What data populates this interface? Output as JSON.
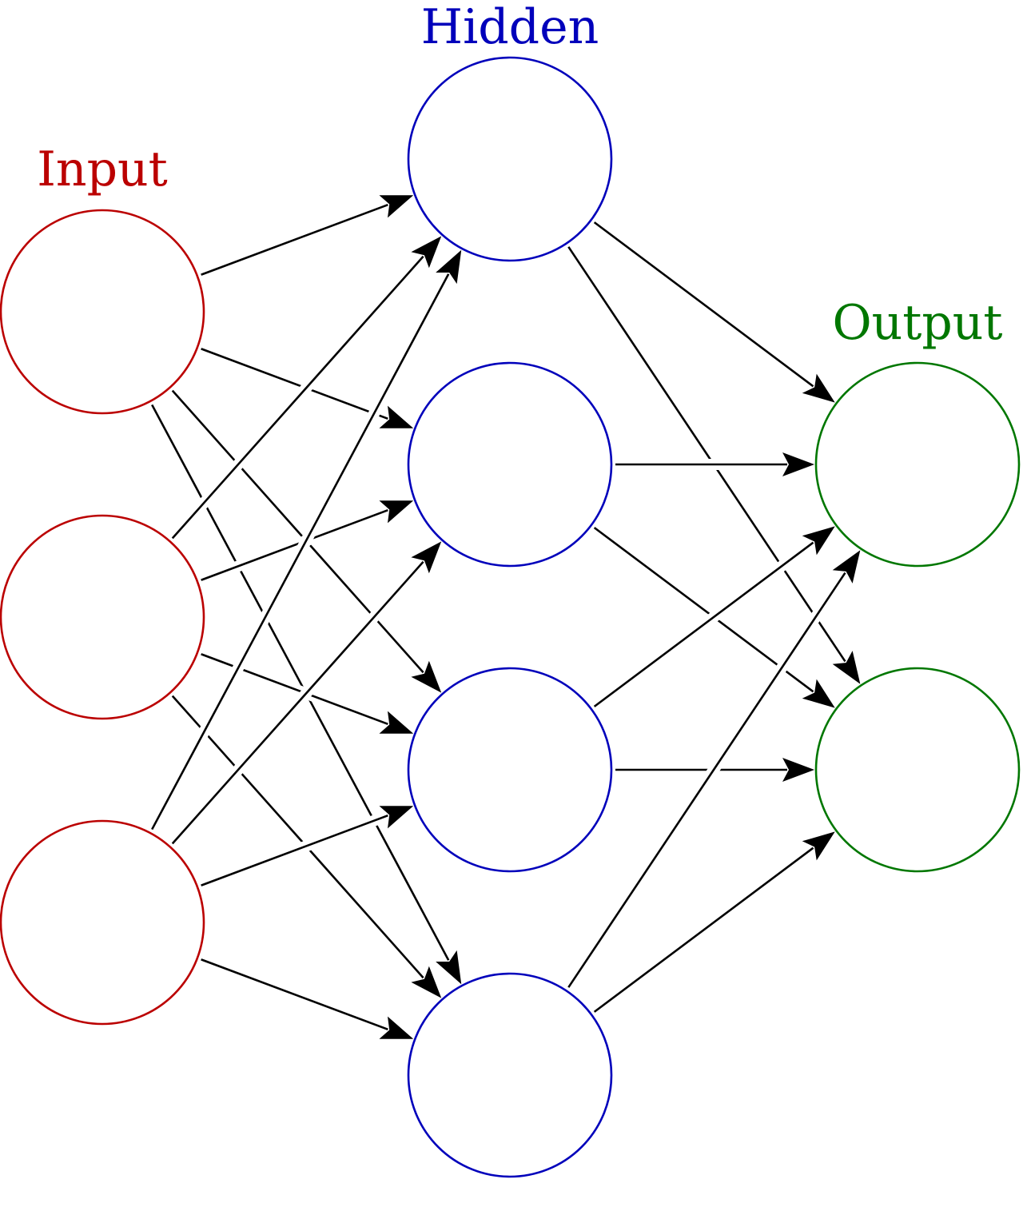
{
  "title": "Feed-forward neural network diagram",
  "layers": [
    {
      "id": "input",
      "label": "Input",
      "color": "#bb0000",
      "node_count": 3
    },
    {
      "id": "hidden",
      "label": "Hidden",
      "color": "#0000bb",
      "node_count": 4
    },
    {
      "id": "output",
      "label": "Output",
      "color": "#007700",
      "node_count": 2
    }
  ],
  "connections": "fully-connected",
  "edge_color": "#000000"
}
